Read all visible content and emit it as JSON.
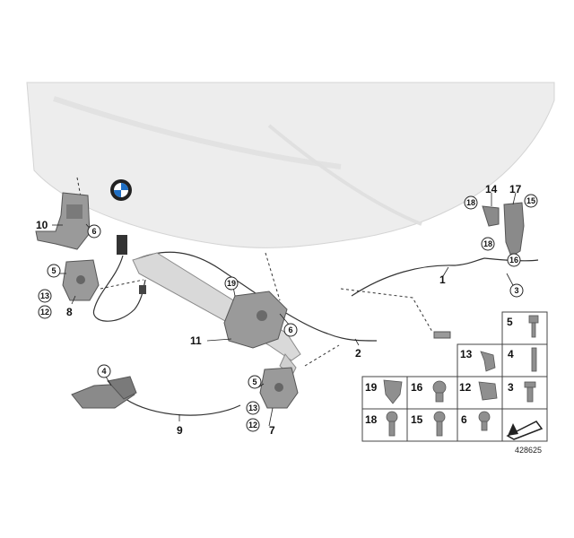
{
  "callouts": {
    "c1": "1",
    "c2": "2",
    "c3": "3",
    "c4": "4",
    "c5a": "5",
    "c5b": "5",
    "c6a": "6",
    "c6b": "6",
    "c7": "7",
    "c8": "8",
    "c9": "9",
    "c10": "10",
    "c11": "11",
    "c12a": "12",
    "c12b": "12",
    "c13a": "13",
    "c13b": "13",
    "c14": "14",
    "c15": "15",
    "c16": "16",
    "c17": "17",
    "c18a": "18",
    "c18b": "18",
    "c19": "19"
  },
  "parts_grid": {
    "cells": [
      "5",
      "13",
      "4",
      "19",
      "16",
      "12",
      "3",
      "18",
      "15",
      "6"
    ]
  },
  "diagram_id": "428625",
  "icons": [
    "bmw-logo-icon",
    "arrow-symbol-icon"
  ],
  "colors": {
    "hood": "#ededed",
    "parts": "#8a8a8a",
    "line": "#333333"
  }
}
